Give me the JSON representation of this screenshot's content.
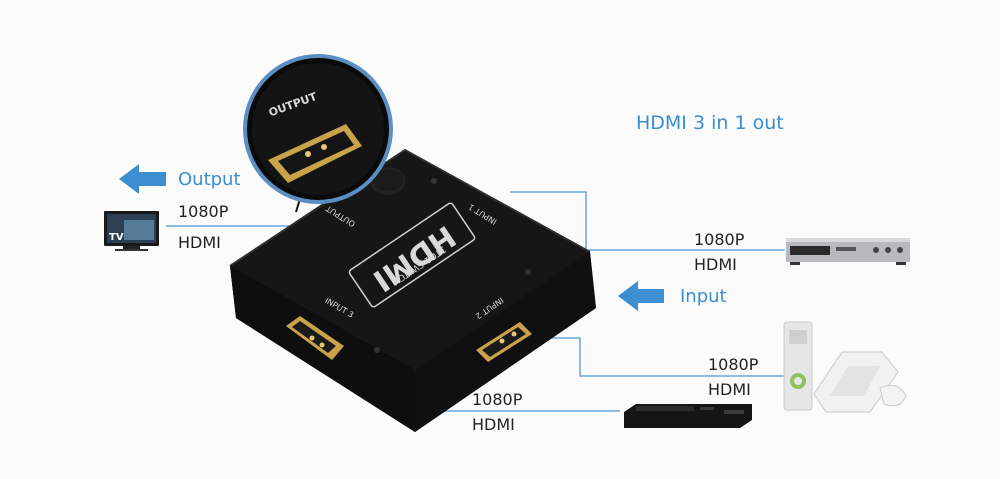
{
  "title": "HDMI 3 in 1 out",
  "output": {
    "direction_label": "Output",
    "resolution": "1080P",
    "interface": "HDMI",
    "device_label": "TV"
  },
  "input": {
    "direction_label": "Input"
  },
  "input_1": {
    "resolution": "1080P",
    "interface": "HDMI"
  },
  "input_2": {
    "resolution": "1080P",
    "interface": "HDMI"
  },
  "input_3": {
    "resolution": "1080P",
    "interface": "HDMI"
  },
  "switch": {
    "logo": "HDMI",
    "model": "3TO1 SWITCH",
    "port_output": "OUTPUT",
    "port_input_1": "INPUT 1",
    "port_input_2": "INPUT 2",
    "port_input_3": "INPUT 3"
  },
  "colors": {
    "accent": "#3a8ed1",
    "connector_line": "#4a9ad8",
    "device_body": "#121212",
    "port_gold": "#c9a24a"
  }
}
